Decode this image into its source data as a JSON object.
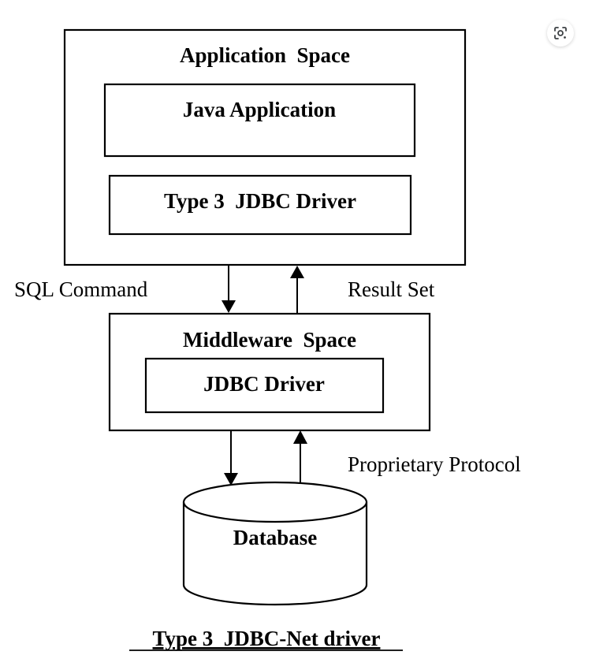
{
  "diagram": {
    "application_space": {
      "title": "Application  Space",
      "java_application": "Java Application",
      "type3_driver": "Type 3  JDBC Driver"
    },
    "sql_command": "SQL Command",
    "result_set": "Result Set",
    "middleware_space": {
      "title": "Middleware  Space",
      "jdbc_driver": "JDBC Driver"
    },
    "proprietary_protocol": "Proprietary Protocol",
    "database": "Database",
    "caption": "Type 3  JDBC-Net driver"
  },
  "toolbar": {
    "lens_icon": "visual-search-icon"
  }
}
